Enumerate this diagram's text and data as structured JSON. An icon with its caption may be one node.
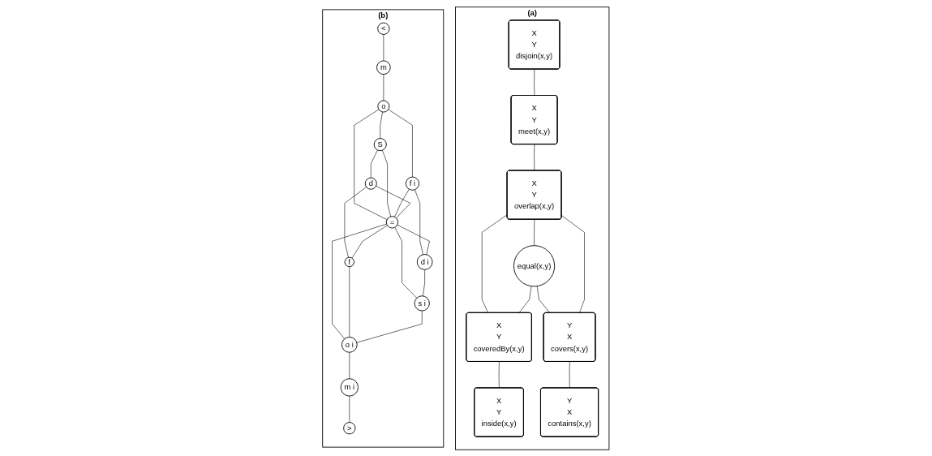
{
  "diagram": {
    "nodes": [
      {
        "text": [
          "(a)"
        ]
      },
      {
        "text": [
          "X",
          "Y",
          "disjoin(x,y)"
        ],
        "in": 0
      },
      {
        "text": [
          "X",
          "Y",
          "meet(x,y)"
        ],
        "in": 0
      },
      {
        "text": [
          "X",
          "Y",
          "overlap(x,y)"
        ],
        "in": 0
      },
      {
        "text": [
          "X",
          "Y",
          "coveredBy(x,y)"
        ],
        "in": 0
      },
      {
        "text": [
          "equal(x,y)"
        ],
        "in": 0
      },
      {
        "text": [
          "Y",
          "X",
          "covers(x,y)"
        ],
        "in": 0
      },
      {
        "text": [
          "X",
          "Y",
          "inside(x,y)"
        ],
        "in": 0
      },
      {
        "text": [
          "Y",
          "X",
          "contains(x,y)"
        ],
        "in": 0
      },
      {
        "text": [
          "(b)"
        ]
      },
      {
        "text": [
          "<"
        ],
        "in": 9
      },
      {
        "text": [
          "m"
        ],
        "in": 9
      },
      {
        "text": [
          "o"
        ],
        "in": 9
      },
      {
        "text": [
          "S"
        ],
        "in": 9
      },
      {
        "text": [
          "f i"
        ],
        "in": 9
      },
      {
        "text": [
          "d"
        ],
        "in": 9
      },
      {
        "text": [
          "="
        ],
        "in": 9
      },
      {
        "text": [
          "d i"
        ],
        "in": 9
      },
      {
        "text": [
          "f"
        ],
        "in": 9
      },
      {
        "text": [
          "s i"
        ],
        "in": 9
      },
      {
        "text": [
          "o i"
        ],
        "in": 9
      },
      {
        "text": [
          "m i"
        ],
        "in": 9
      },
      {
        "text": [
          ">"
        ],
        "in": 9
      }
    ],
    "edges": [
      {
        "from": 1,
        "to": 2,
        "arrow": "none"
      },
      {
        "from": 2,
        "to": 3,
        "arrow": "none"
      },
      {
        "from": 3,
        "to": 4,
        "arrow": "none"
      },
      {
        "from": 3,
        "to": 5,
        "arrow": "none"
      },
      {
        "from": 3,
        "to": 6,
        "arrow": "none"
      },
      {
        "from": 5,
        "to": 4,
        "arrow": "none"
      },
      {
        "from": 5,
        "to": 6,
        "arrow": "none"
      },
      {
        "from": 4,
        "to": 7,
        "arrow": "none"
      },
      {
        "from": 6,
        "to": 8,
        "arrow": "none"
      },
      {
        "from": 10,
        "to": 11,
        "arrow": "none"
      },
      {
        "from": 11,
        "to": 12,
        "arrow": "none"
      },
      {
        "from": 12,
        "to": 13,
        "arrow": "none"
      },
      {
        "from": 12,
        "to": 14,
        "arrow": "none"
      },
      {
        "from": 12,
        "to": 16,
        "arrow": "none"
      },
      {
        "from": 13,
        "to": 15,
        "arrow": "none"
      },
      {
        "from": 13,
        "to": 16,
        "arrow": "none"
      },
      {
        "from": 14,
        "to": 16,
        "arrow": "none"
      },
      {
        "from": 14,
        "to": 17,
        "arrow": "none"
      },
      {
        "from": 15,
        "to": 16,
        "arrow": "none"
      },
      {
        "from": 16,
        "to": 17,
        "arrow": "none"
      },
      {
        "from": 15,
        "to": 18,
        "arrow": "none"
      },
      {
        "from": 16,
        "to": 18,
        "arrow": "none"
      },
      {
        "from": 16,
        "to": 19,
        "arrow": "none"
      },
      {
        "from": 16,
        "to": 20,
        "arrow": "none"
      },
      {
        "from": 17,
        "to": 19,
        "arrow": "none"
      },
      {
        "from": 18,
        "to": 20,
        "arrow": "none"
      },
      {
        "from": 19,
        "to": 20,
        "arrow": "none"
      },
      {
        "from": 20,
        "to": 21,
        "arrow": "none"
      },
      {
        "from": 21,
        "to": 22,
        "arrow": "none"
      }
    ]
  }
}
